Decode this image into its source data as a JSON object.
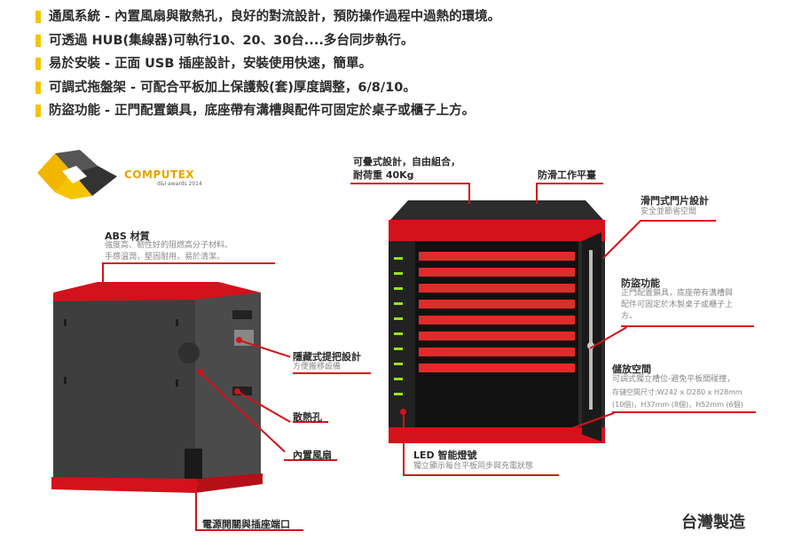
{
  "features": [
    "通風系統 - 內置風扇與散熱孔，良好的對流設計，預防操作過程中過熱的環境。",
    "可透過 HUB(集線器)可執行10、20、30台....多台同步執行。",
    "易於安裝 - 正面 USB 插座設計，安裝使用快速，簡單。",
    "可調式拖盤架 - 可配合平板加上保護殼(套)厚度調整，6/8/10。",
    "防盜功能 - 正門配置鎖具，底座帶有溝槽與配件可固定於桌子或櫃子上方。"
  ],
  "logo": {
    "name": "COMPUTEX",
    "sub": "d&i awards 2014"
  },
  "callouts": {
    "abs": {
      "title": "ABS 材質",
      "desc": [
        "強度高、韌性好的阻燃高分子材料。",
        "手感溫潤，堅固耐用，易於清潔。"
      ]
    },
    "handle": {
      "title": "隱藏式提把設計",
      "desc": "方便搬移設備"
    },
    "vent": {
      "title": "散熱孔"
    },
    "fan": {
      "title": "內置風扇"
    },
    "power": {
      "title": "電源開關與插座端口"
    },
    "stack": {
      "title": [
        "可疊式設計，自由組合，",
        "耐荷重 40Kg"
      ]
    },
    "platform": {
      "title": "防滑工作平臺"
    },
    "door": {
      "title": "滑門式門片設計",
      "desc": "安全並節省空間"
    },
    "antitheft": {
      "title": "防盜功能",
      "desc": [
        "正門配置鎖具，底座帶有溝槽與",
        "配件可固定於木製桌子或櫃子上",
        "方。"
      ]
    },
    "storage": {
      "title": "儲放空間",
      "desc": [
        "可調式獨立槽位-避免平板間碰撞，",
        "存儲空間尺寸:W242 x D280 x H28mm",
        "(10個)，H37mm (8個)，H52mm (6個)"
      ]
    },
    "led": {
      "title": "LED 智能燈號",
      "desc": "獨立顯示每台平板同步與充電狀態"
    }
  },
  "origin": "台灣製造",
  "colors": {
    "accent": "#d3121b",
    "bullet": "#f5c400",
    "cabinet": "#3a3a3a"
  }
}
